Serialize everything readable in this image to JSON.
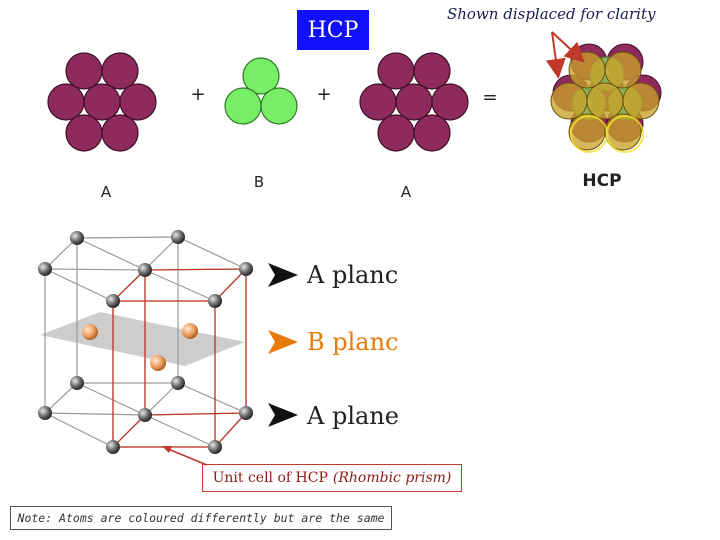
{
  "header": {
    "title": "HCP",
    "displaced_note": "Shown displaced for clarity"
  },
  "layers": {
    "label_a1": "A",
    "label_b": "B",
    "label_a2": "A",
    "label_result": "HCP",
    "plus": "+",
    "equals": "="
  },
  "unit_cell": {
    "plane_top": "A planc",
    "plane_mid": "B planc",
    "plane_bottom": "A plane",
    "caption_main": "Unit cell of HCP",
    "caption_italic": "(Rhombic prism)"
  },
  "footer": {
    "note": "Note: Atoms are coloured differently but are the same"
  },
  "colors": {
    "a_atom": "#8e2a5c",
    "b_atom": "#77ee66",
    "title_bg": "#1010ff",
    "plane_arrow_dark": "#111111",
    "plane_arrow_orange": "#e87a0c",
    "b_plane_text": "#e87a0c",
    "caption_border": "#c0392b"
  }
}
